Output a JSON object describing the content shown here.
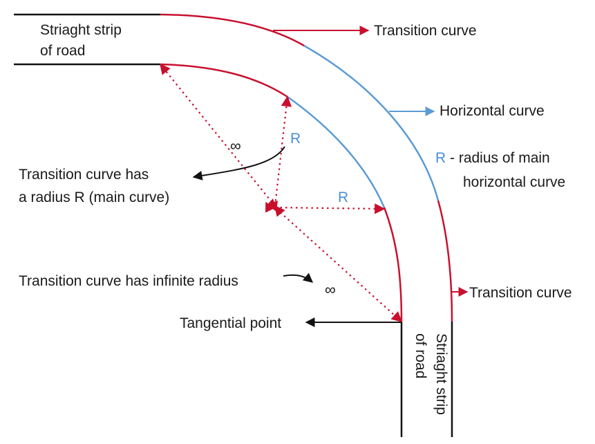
{
  "labels": {
    "straight_top_line1": "Striaght strip",
    "straight_top_line2": "of road",
    "transition_top": "Transition curve",
    "horizontal_curve": "Horizontal curve",
    "r_symbol": "R",
    "r_definition_line1": " - radius of main",
    "r_definition_line2": "horizontal curve",
    "infinity_upper": "∞",
    "r_upper": "R",
    "r_middle": "R",
    "transition_radius_line1": "Transition curve has",
    "transition_radius_line2": "a radius R (main curve)",
    "transition_infinite": "Transition curve  has infinite radius",
    "infinity_lower": "∞",
    "tangential_point": "Tangential point",
    "transition_bottom": "Transition curve",
    "straight_right_line1": "Striaght strip",
    "straight_right_line2": "of road"
  },
  "colors": {
    "transition": "#c8102e",
    "horizontal": "#5b9bd5",
    "road": "#111111",
    "text": "#1a1a1a",
    "r_label": "#4a8fd6"
  }
}
